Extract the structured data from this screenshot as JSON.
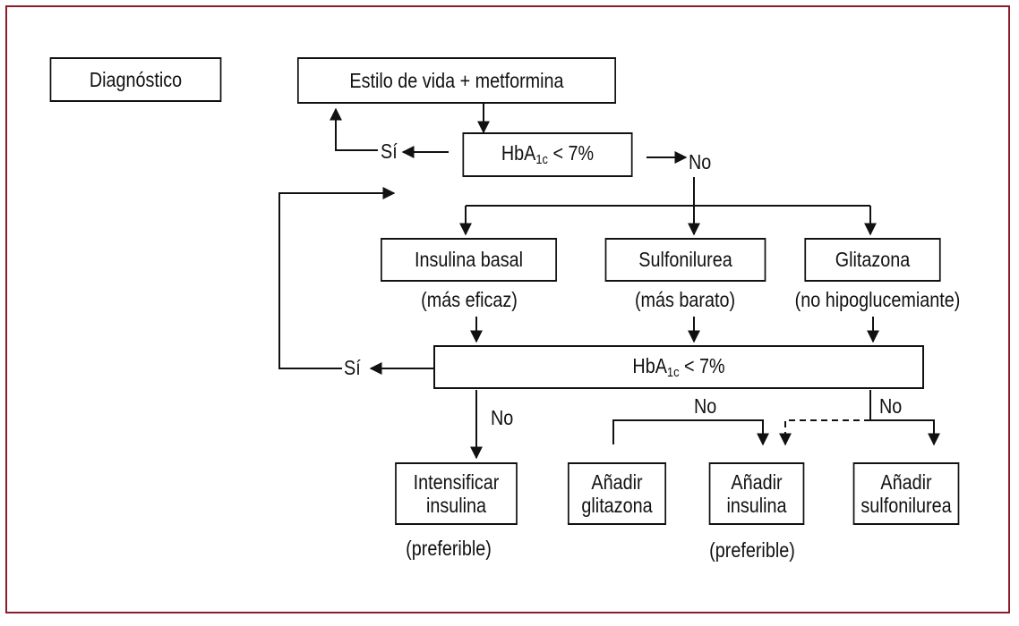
{
  "diagram": {
    "frame_color": "#8b1c2c",
    "nodes": {
      "diagnosis": "Diagnóstico",
      "lifestyle": "Estilo de vida + metformina",
      "hba1c_prefix": "HbA",
      "hba1c_sub": "1c",
      "hba1c_suffix": " < 7%",
      "insulin_basal": "Insulina basal",
      "sulfonylurea": "Sulfonilurea",
      "glitazone": "Glitazona",
      "intensify_line1": "Intensificar",
      "intensify_line2": "insulina",
      "add_glitazone_line1": "Añadir",
      "add_glitazone_line2": "glitazona",
      "add_insulin_line1": "Añadir",
      "add_insulin_line2": "insulina",
      "add_sulfonylurea_line1": "Añadir",
      "add_sulfonylurea_line2": "sulfonilurea"
    },
    "notes": {
      "insulin_basal": "(más eficaz)",
      "sulfonylurea": "(más barato)",
      "glitazone": "(no hipoglucemiante)",
      "intensify": "(preferible)",
      "add_insulin": "(preferible)"
    },
    "edges": {
      "yes": "Sí",
      "no": "No"
    }
  }
}
